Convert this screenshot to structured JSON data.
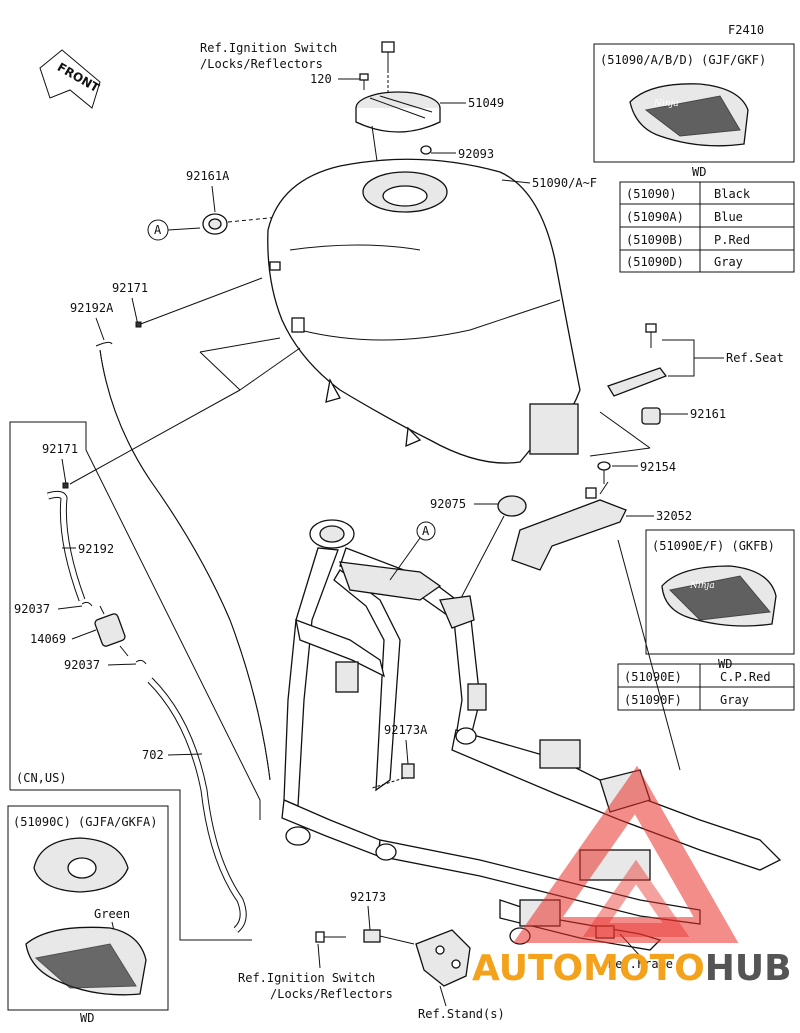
{
  "diagram_code": "F2410",
  "front_label": "FRONT",
  "callouts": {
    "ref_ignition_top_1": "Ref.Ignition Switch",
    "ref_ignition_top_2": "/Locks/Reflectors",
    "p120": "120",
    "p51049": "51049",
    "p92093": "92093",
    "p92161A": "92161A",
    "p51090AF": "51090/A~F",
    "circle_a": "A",
    "p92171_upper": "92171",
    "p92192A": "92192A",
    "p92171_lower": "92171",
    "p92192": "92192",
    "p92037_upper": "92037",
    "p14069": "14069",
    "p92037_lower": "92037",
    "p702": "702",
    "cn_us": "(CN,US)",
    "ref_seat": "Ref.Seat",
    "p92161": "92161",
    "p92154": "92154",
    "p92075": "92075",
    "p32052": "32052",
    "p92173A": "92173A",
    "p92173": "92173",
    "ref_ignition_bottom_1": "Ref.Ignition Switch",
    "ref_ignition_bottom_2": "/Locks/Reflectors",
    "ref_stands": "Ref.Stand(s)",
    "ref_frame": "Ref.Frame"
  },
  "inset_top": {
    "title": "(51090/A/B/D)  (GJF/GKF)",
    "caption": "WD"
  },
  "color_table_top": [
    {
      "code": "(51090)",
      "color": "Black"
    },
    {
      "code": "(51090A)",
      "color": "Blue"
    },
    {
      "code": "(51090B)",
      "color": "P.Red"
    },
    {
      "code": "(51090D)",
      "color": "Gray"
    }
  ],
  "inset_mid": {
    "title": "(51090E/F)  (GKFB)",
    "caption": "WD"
  },
  "color_table_mid": [
    {
      "code": "(51090E)",
      "color": "C.P.Red"
    },
    {
      "code": "(51090F)",
      "color": "Gray"
    }
  ],
  "inset_bottom": {
    "title": "(51090C) (GJFA/GKFA)",
    "color_label": "Green",
    "caption": "WD"
  },
  "watermark": {
    "part1": "AUTOMOTO",
    "part2": "HUB",
    "color1": "#f4a21c",
    "color2": "#555555",
    "triangle_color": "#e8302a"
  }
}
